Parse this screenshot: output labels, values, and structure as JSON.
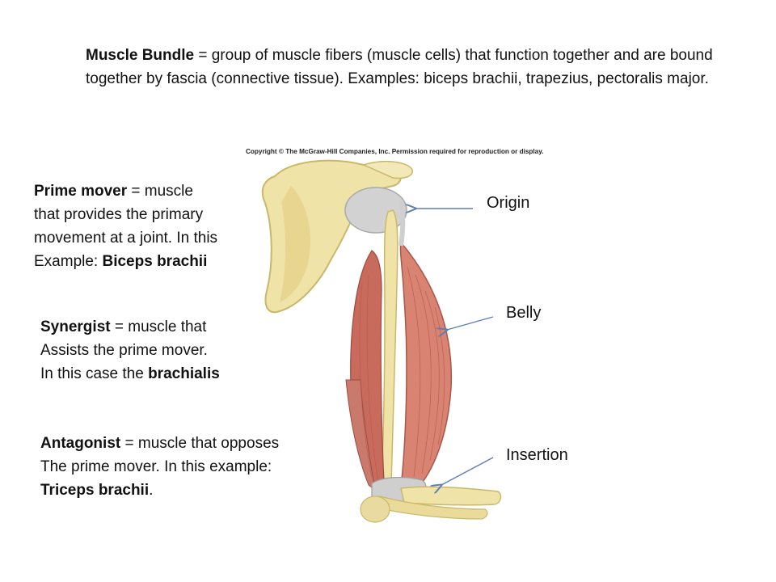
{
  "intro": {
    "term": "Muscle Bundle",
    "text": " = group of muscle fibers (muscle cells) that function together and are bound together by fascia (connective tissue).  Examples:  biceps brachii, trapezius,  pectoralis major."
  },
  "prime_mover": {
    "term": "Prime mover",
    "line1": " = muscle",
    "line2": "that provides the primary",
    "line3": "movement at a joint.  In this",
    "line4_prefix": "Example:  ",
    "example": "Biceps brachii"
  },
  "synergist": {
    "term": "Synergist",
    "line1": " = muscle that",
    "line2": "Assists the prime mover.",
    "line3_prefix": "In this case the ",
    "example": "brachialis"
  },
  "antagonist": {
    "term": "Antagonist",
    "line1": " = muscle that opposes",
    "line2": "The prime mover.  In this example:",
    "example": "Triceps brachii",
    "suffix": "."
  },
  "labels": {
    "origin": "Origin",
    "belly": "Belly",
    "insertion": "Insertion"
  },
  "figure": {
    "copyright": "Copyright © The McGraw-Hill Companies, Inc. Permission required for reproduction or display."
  },
  "colors": {
    "bone": "#f0e3a8",
    "bone_edge": "#c9b86a",
    "muscle": "#d98373",
    "muscle_dark": "#b85a4e",
    "tendon": "#c9c9c9",
    "arrow": "#5b7fb5"
  }
}
